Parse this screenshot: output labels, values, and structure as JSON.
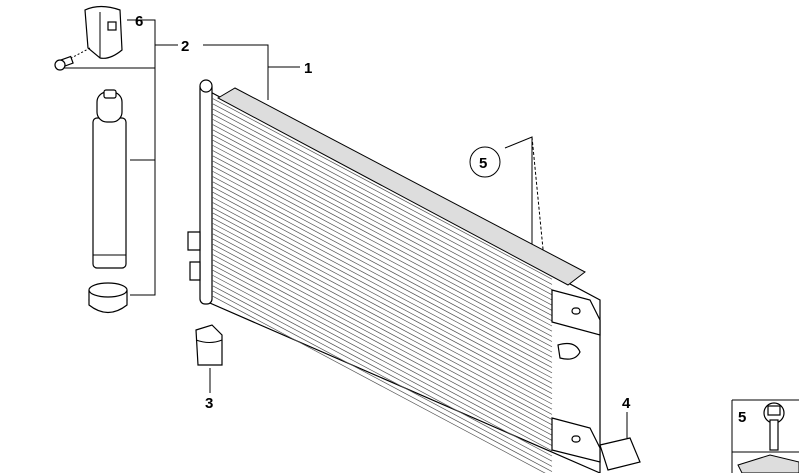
{
  "diagram": {
    "callouts": {
      "condenser": "1",
      "dryer_assembly": "2",
      "bracket_left": "3",
      "pad_right": "4",
      "circled_ref": "5",
      "hardware_box": "5",
      "clamp": "6"
    }
  }
}
